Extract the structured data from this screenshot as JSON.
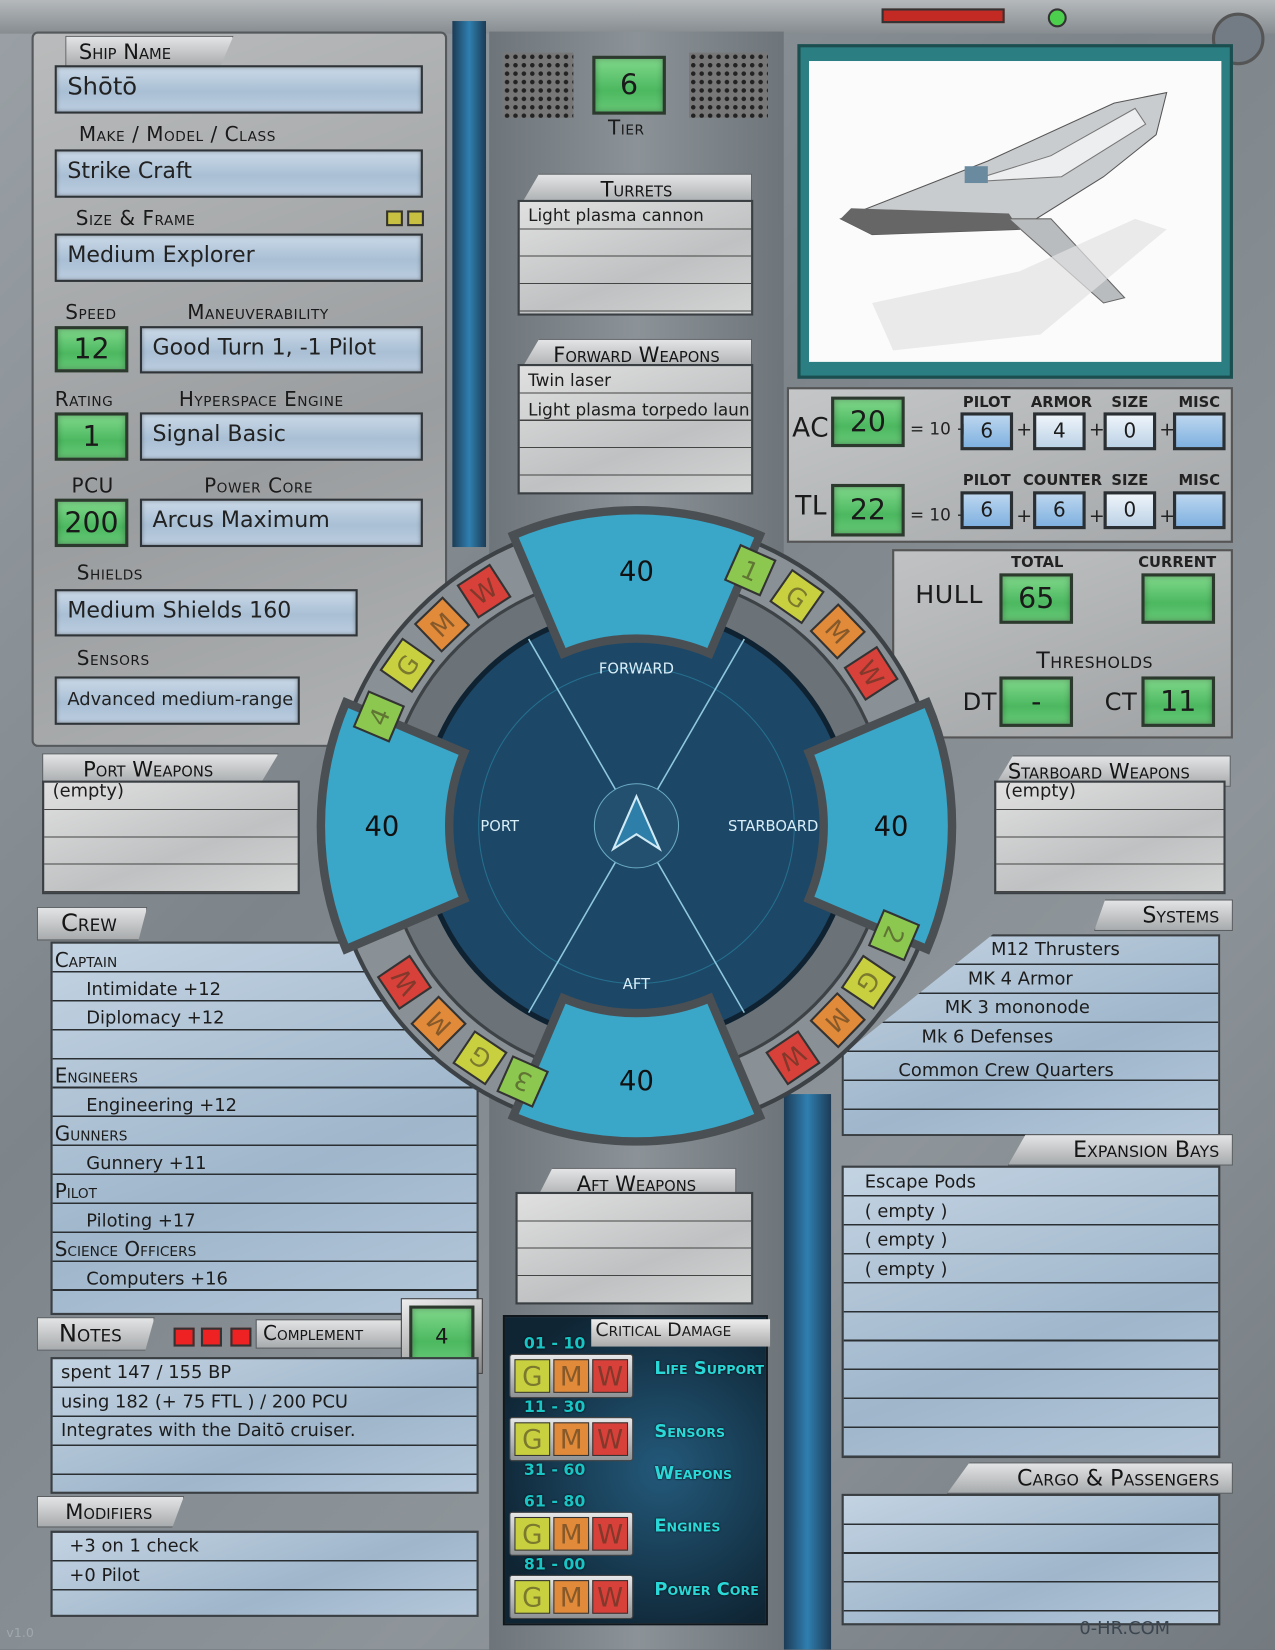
{
  "ship": {
    "name_label": "Ship Name",
    "name": "Shōtō",
    "make_label": "Make / Model / Class",
    "make": "Strike Craft",
    "size_label": "Size & Frame",
    "size": "Medium Explorer",
    "speed_label": "Speed",
    "speed": "12",
    "maneuver_label": "Maneuverability",
    "maneuver": "Good  Turn 1, -1 Pilot",
    "rating_label": "Rating",
    "rating": "1",
    "hyper_label": "Hyperspace Engine",
    "hyper": "Signal Basic",
    "pcu_label": "PCU",
    "pcu": "200",
    "core_label": "Power Core",
    "core": "Arcus Maximum",
    "shields_label": "Shields",
    "shields": "Medium Shields 160",
    "sensors_label": "Sensors",
    "sensors": "Advanced medium-range"
  },
  "tier": {
    "label": "Tier",
    "value": "6"
  },
  "turrets": {
    "label": "Turrets",
    "items": [
      "Light plasma cannon"
    ]
  },
  "forward_weapons": {
    "label": "Forward Weapons",
    "items": [
      "Twin laser",
      "Light plasma torpedo laun"
    ]
  },
  "port_weapons": {
    "label": "Port Weapons",
    "items": [
      "(empty)"
    ]
  },
  "starboard_weapons": {
    "label": "Starboard Weapons",
    "items": [
      "(empty)"
    ]
  },
  "aft_weapons": {
    "label": "Aft Weapons"
  },
  "ac": {
    "label": "AC",
    "value": "20",
    "base": "= 10 +",
    "pilot_label": "PILOT",
    "pilot": "6",
    "armor_label": "ARMOR",
    "armor": "4",
    "size_label": "SIZE",
    "size": "0",
    "misc_label": "MISC",
    "misc": ""
  },
  "tl": {
    "label": "TL",
    "value": "22",
    "base": "= 10 +",
    "pilot_label": "PILOT",
    "pilot": "6",
    "counter_label": "COUNTER",
    "counter": "6",
    "size_label": "SIZE",
    "size": "0",
    "misc_label": "MISC",
    "misc": ""
  },
  "plus": "+",
  "hull": {
    "label": "HULL",
    "total_label": "TOTAL",
    "total": "65",
    "current_label": "CURRENT",
    "current": ""
  },
  "thresholds": {
    "label": "Thresholds",
    "dt_label": "DT",
    "dt": "-",
    "ct_label": "CT",
    "ct": "11"
  },
  "arcs": {
    "forward": {
      "label": "FORWARD",
      "shield": "40"
    },
    "port": {
      "label": "PORT",
      "shield": "40"
    },
    "starboard": {
      "label": "STARBOARD",
      "shield": "40"
    },
    "aft": {
      "label": "AFT",
      "shield": "40"
    },
    "quadrant_numbers": [
      "1",
      "2",
      "3",
      "4"
    ],
    "status_letters": [
      "G",
      "M",
      "W"
    ]
  },
  "crew": {
    "label": "Crew",
    "roles": [
      {
        "role": "Captain",
        "skills": [
          "Intimidate +12",
          "Diplomacy +12",
          ""
        ]
      },
      {
        "role": "Engineers",
        "skills": [
          "Engineering +12"
        ]
      },
      {
        "role": "Gunners",
        "skills": [
          "Gunnery +11"
        ]
      },
      {
        "role": "Pilot",
        "skills": [
          "Piloting +17"
        ]
      },
      {
        "role": "Science Officers",
        "skills": [
          "Computers +16"
        ]
      }
    ]
  },
  "notes": {
    "label": "Notes",
    "lines": [
      "spent 147 / 155 BP",
      "using 182 (+ 75 FTL ) / 200 PCU",
      "Integrates with the Daitō cruiser."
    ]
  },
  "complement": {
    "label": "Complement",
    "value": "4"
  },
  "modifiers": {
    "label": "Modifiers",
    "lines": [
      "+3 on 1 check",
      "+0 Pilot"
    ]
  },
  "systems": {
    "label": "Systems",
    "items": [
      "M12 Thrusters",
      "MK 4 Armor",
      "MK 3 mononode",
      "Mk 6 Defenses",
      "Common Crew Quarters"
    ]
  },
  "expansion_bays": {
    "label": "Expansion Bays",
    "items": [
      "Escape Pods",
      "( empty )",
      "( empty )",
      "( empty )"
    ]
  },
  "cargo": {
    "label": "Cargo & Passengers"
  },
  "critical_damage": {
    "label": "Critical Damage",
    "rows": [
      {
        "range": "01 - 10",
        "system": "Life Support",
        "has_status": true
      },
      {
        "range": "11 - 30",
        "system": "Sensors",
        "has_status": true
      },
      {
        "range": "31 - 60",
        "system": "Weapons",
        "has_status": false
      },
      {
        "range": "61 - 80",
        "system": "Engines",
        "has_status": true
      },
      {
        "range": "81 - 00",
        "system": "Power Core",
        "has_status": true
      }
    ]
  },
  "footer": {
    "site": "0-HR.COM",
    "version": "v1.0"
  },
  "colors": {
    "green": "#5cc46c",
    "shield": "#3aa6c8",
    "g": "#c8d040",
    "m": "#e08a3a",
    "w": "#d8403a",
    "num": "#8cc850",
    "teal": "#2ad8d8"
  }
}
